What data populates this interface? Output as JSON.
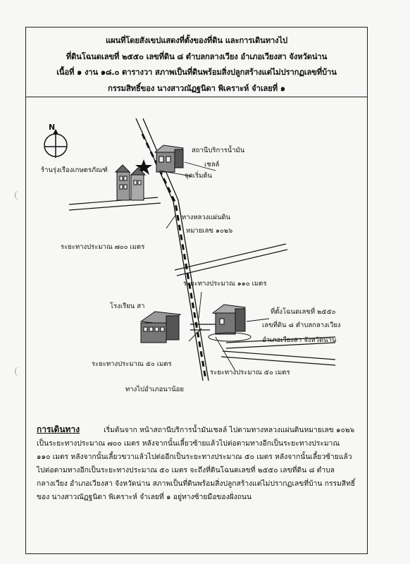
{
  "header": {
    "line1": "แผนที่โดยสังเขปแสดงที่ตั้งของที่ดิน และการเดินทางไป",
    "line2": "ที่ดินโฉนดเลขที่ ๒๕๕๐ เลขที่ดิน ๘ ตำบลกลางเวียง อำเภอเวียงสา จังหวัดน่าน",
    "line3": "เนื้อที่ ๑ งาน ๑๘.๐ ตารางวา สภาพเป็นที่ดินพร้อมสิ่งปลูกสร้างแต่ไม่ปรากฏเลขที่บ้าน",
    "line4": "กรรมสิทธิ์ของ นางสาวณัฏฐนิดา พิเคราะห์ จำเลยที่ ๑"
  },
  "map": {
    "north": "N",
    "gas_station": "สถานีบริการน้ำมัน",
    "gas_station_2": "เชลล์",
    "start_point": "จุดเริ่มต้น",
    "shop": "ร้านรุ่งเรืองเกษตรภัณฑ์",
    "highway": "ทางหลวงแผ่นดิน",
    "highway_2": "หมายเลข ๑๐๒๖",
    "dist_700": "ระยะทางประมาณ ๗๐๐ เมตร",
    "dist_110": "ระยะทางประมาณ ๑๑๐ เมตร",
    "school": "โรงเรียน สา",
    "land_1": "ที่ตั้งโฉนดเลขที่ ๒๕๕๐",
    "land_2": "เลขที่ดิน ๘ ตำบลกลางเวียง",
    "land_3": "อำเภอเวียงสา จังหวัดน่าน",
    "dist_50a": "ระยะทางประมาณ ๕๐ เมตร",
    "dist_50b": "ระยะทางประมาณ ๕๐ เมตร",
    "to_na_noi": "ทางไปอำเภอนาน้อย"
  },
  "description": {
    "heading": "การเดินทาง",
    "line1": "เริ่มต้นจาก หน้าสถานีบริการน้ำมันเชลล์ ไปตามทางหลวงแผ่นดินหมายเลข ๑๐๒๖",
    "line2": "เป็นระยะทางประมาณ ๗๐๐ เมตร หลังจากนั้นเลี้ยวซ้ายแล้วไปต่อตามทางอีกเป็นระยะทางประมาณ",
    "line3": "๑๑๐ เมตร หลังจากนั้นเลี้ยวขวาแล้วไปต่ออีกเป็นระยะทางประมาณ ๕๐ เมตร หลังจากนั้นเลี้ยวซ้ายแล้ว",
    "line4": "ไปต่อตามทางอีกเป็นระยะทางประมาณ ๕๐ เมตร จะถึงที่ดินโฉนดเลขที่ ๒๕๕๐ เลขที่ดิน ๘ ตำบล",
    "line5": "กลางเวียง อำเภอเวียงสา จังหวัดน่าน สภาพเป็นที่ดินพร้อมสิ่งปลูกสร้างแต่ไม่ปรากฏเลขที่บ้าน กรรมสิทธิ์",
    "line6": "ของ นางสาวณัฏฐนิดา พิเคราะห์ จำเลยที่ ๑ อยู่ทางซ้ายมือของฝั่งถนน"
  }
}
